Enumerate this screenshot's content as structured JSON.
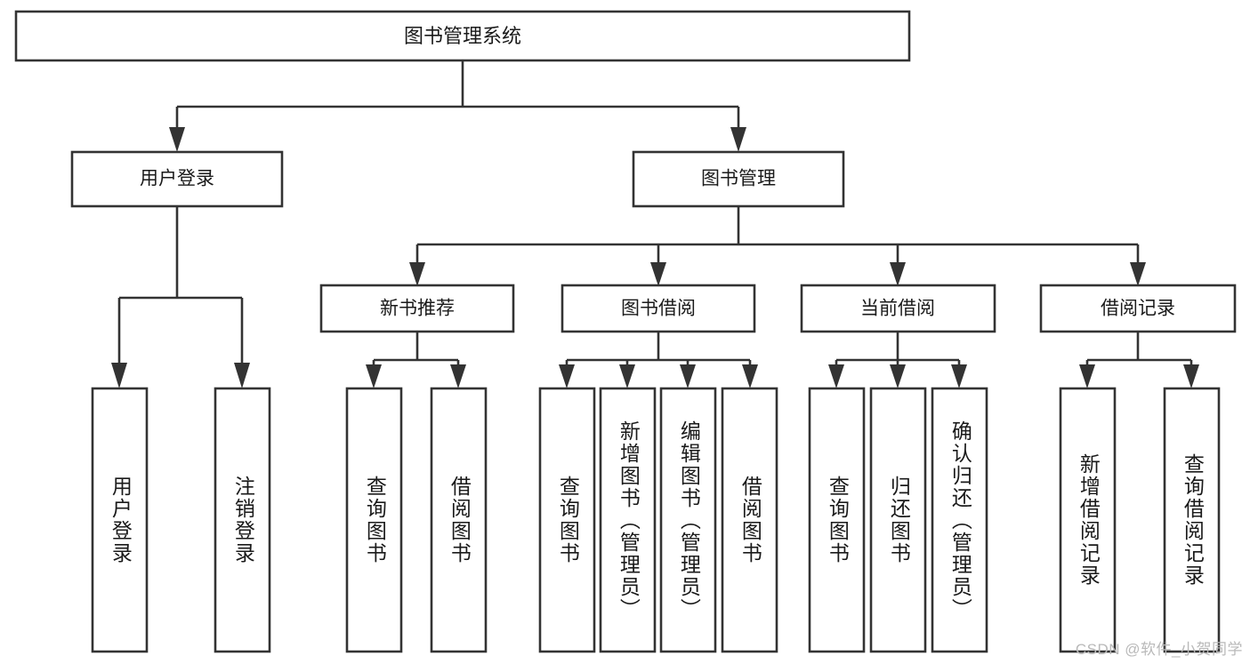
{
  "diagram": {
    "title": "图书管理系统",
    "type": "tree-hierarchy-chart",
    "root": {
      "id": "root",
      "label": "图书管理系统"
    },
    "level2": [
      {
        "id": "user-login",
        "label": "用户登录"
      },
      {
        "id": "book-management",
        "label": "图书管理"
      }
    ],
    "level3": [
      {
        "id": "new-book-recommend",
        "label": "新书推荐",
        "parent": "book-management"
      },
      {
        "id": "book-borrow",
        "label": "图书借阅",
        "parent": "book-management"
      },
      {
        "id": "current-borrow",
        "label": "当前借阅",
        "parent": "book-management"
      },
      {
        "id": "borrow-record",
        "label": "借阅记录",
        "parent": "book-management"
      }
    ],
    "leaves": [
      {
        "id": "leaf-user-login",
        "label": "用户登录",
        "parent": "user-login"
      },
      {
        "id": "leaf-logout-login",
        "label": "注销登录",
        "parent": "user-login"
      },
      {
        "id": "leaf-query-book-1",
        "label": "查询图书",
        "parent": "new-book-recommend"
      },
      {
        "id": "leaf-borrow-book-1",
        "label": "借阅图书",
        "parent": "new-book-recommend"
      },
      {
        "id": "leaf-query-book-2",
        "label": "查询图书",
        "parent": "book-borrow"
      },
      {
        "id": "leaf-add-book",
        "label": "新增图书（管理员）",
        "parent": "book-borrow"
      },
      {
        "id": "leaf-edit-book",
        "label": "编辑图书（管理员）",
        "parent": "book-borrow"
      },
      {
        "id": "leaf-borrow-book-2",
        "label": "借阅图书",
        "parent": "book-borrow"
      },
      {
        "id": "leaf-query-book-3",
        "label": "查询图书",
        "parent": "current-borrow"
      },
      {
        "id": "leaf-return-book",
        "label": "归还图书",
        "parent": "current-borrow"
      },
      {
        "id": "leaf-confirm-return",
        "label": "确认归还（管理员）",
        "parent": "current-borrow"
      },
      {
        "id": "leaf-add-record",
        "label": "新增借阅记录",
        "parent": "borrow-record"
      },
      {
        "id": "leaf-query-record",
        "label": "查询借阅记录",
        "parent": "borrow-record"
      }
    ],
    "colors": {
      "background": "#ffffff",
      "node_fill": "#ffffff",
      "node_stroke": "#333333",
      "text": "#1a1a1a",
      "watermark": "#b9b9b9"
    }
  },
  "watermark": {
    "text": "CSDN @软件_小贺同学"
  }
}
